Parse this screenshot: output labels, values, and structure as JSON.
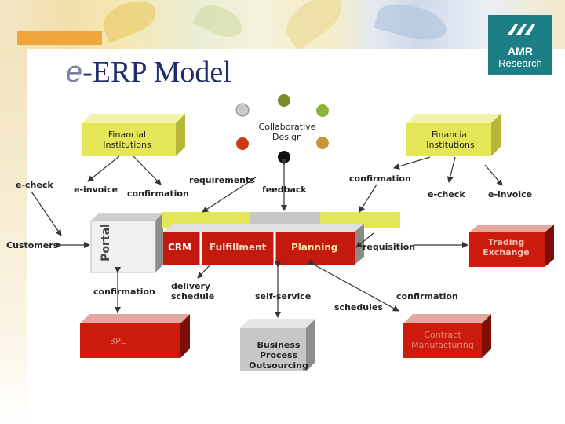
{
  "title": {
    "prefix": "e",
    "rest": "-ERP Model"
  },
  "logo": {
    "line1": "AMR",
    "line2": "Research"
  },
  "nodes": {
    "fin_left": "Financial Institutions",
    "fin_right": "Financial Institutions",
    "collab": "Collaborative Design",
    "customers": "Customers",
    "portal": "Portal",
    "crm": "CRM",
    "fulfillment": "Fulfillment",
    "planning": "Planning",
    "trading": "Trading Exchange",
    "three_pl": "3PL",
    "bpo": "Business Process Outsourcing",
    "contract": "Contract Manufacturing"
  },
  "flows": {
    "echeck_left": "e-check",
    "einvoice_left": "e-invoice",
    "confirmation_top": "confirmation",
    "requirements": "requirements",
    "feedback": "feedback",
    "confirmation_top_right": "confirmation",
    "echeck_right": "e-check",
    "einvoice_right": "e-invoice",
    "requisition": "requisition",
    "confirmation_bottom_left": "confirmation",
    "delivery_schedule": "delivery schedule",
    "self_service": "self-service",
    "schedules": "schedules",
    "confirmation_bottom_right": "confirmation"
  },
  "colors": {
    "green_box": "#e4e657",
    "red_box": "#cc1a0c",
    "gray_box": "#c7c7c7",
    "navy_title": "#1f2d6b",
    "logo_teal": "#1e7e86"
  }
}
